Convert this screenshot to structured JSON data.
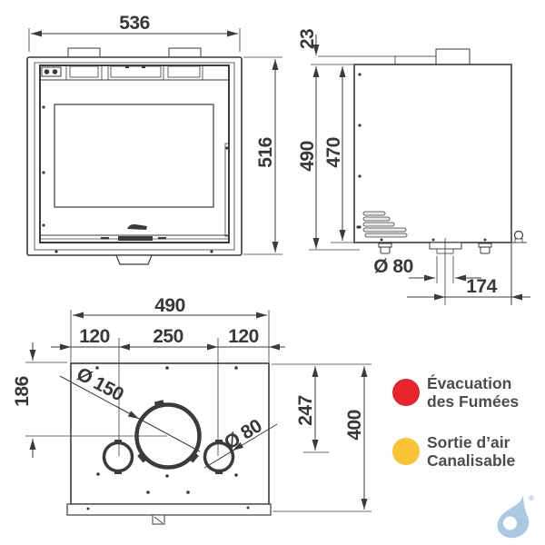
{
  "dimensions": {
    "front_width": "536",
    "front_height": "516",
    "side_collar_height": "23",
    "side_total_height": "490",
    "side_body_height": "470",
    "side_duct_diameter": "Ø 80",
    "side_duct_offset": "174",
    "top_width": "490",
    "top_left_offset": "120",
    "top_center_span": "250",
    "top_right_offset": "120",
    "top_flue_depth": "186",
    "top_flue_diameter": "Ø 150",
    "top_air_diameter": "Ø 80",
    "top_air_depth": "247",
    "top_depth": "400"
  },
  "legend": {
    "items": [
      {
        "swatch_color": "#e5242e",
        "line1": "Évacuation",
        "line2": "des Fumées"
      },
      {
        "swatch_color": "#f8c334",
        "line1": "Sortie d’air",
        "line2": "Canalisable"
      }
    ]
  },
  "colors": {
    "flue_red": "#e5242e",
    "air_yellow": "#f8c334",
    "line_dark": "#3b3b3b",
    "logo_blue": "#a9cae2"
  },
  "logo": {
    "registered_mark": "®"
  }
}
